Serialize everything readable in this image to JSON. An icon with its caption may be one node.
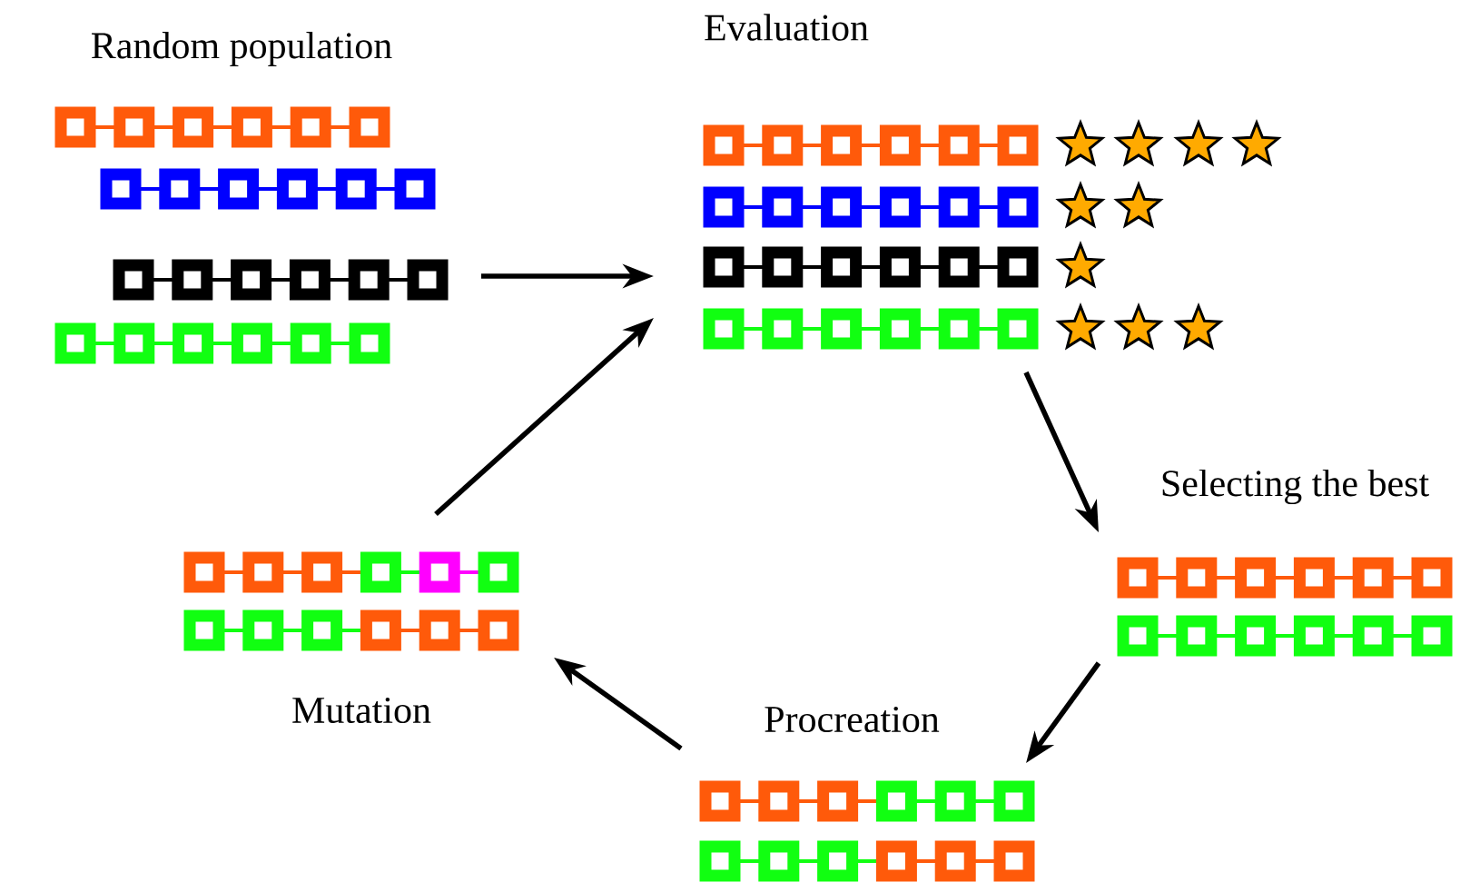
{
  "diagram": {
    "nodes": [
      {
        "text": [
          "Random population"
        ]
      },
      {
        "text": [
          "Evaluation"
        ]
      },
      {
        "text": [
          "Selecting the best"
        ]
      },
      {
        "text": [
          "Procreation"
        ]
      },
      {
        "text": [
          "Mutation"
        ]
      }
    ],
    "edges": [
      {
        "from": 0,
        "to": 1,
        "arrow": "to"
      },
      {
        "from": 1,
        "to": 2,
        "arrow": "to"
      },
      {
        "from": 2,
        "to": 3,
        "arrow": "to"
      },
      {
        "from": 3,
        "to": 4,
        "arrow": "to"
      },
      {
        "from": 4,
        "to": 1,
        "arrow": "to"
      }
    ]
  }
}
